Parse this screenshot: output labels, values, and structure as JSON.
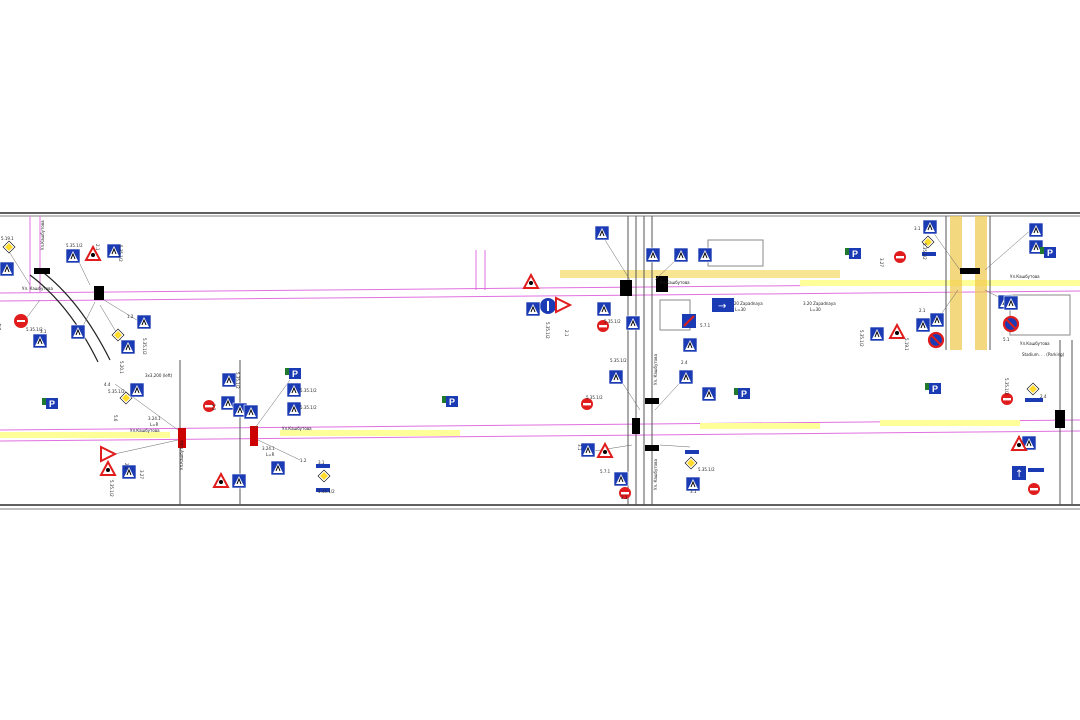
{
  "streets": [
    {
      "id": "s1",
      "text": "Ул. Кашбутова"
    },
    {
      "id": "s2",
      "text": "Ул.Кашбутова"
    },
    {
      "id": "s3",
      "text": "Ул.Кашбутова"
    },
    {
      "id": "s4",
      "text": "Ул.Кашбутова"
    },
    {
      "id": "s5",
      "text": "Ул.Кашбутова"
    },
    {
      "id": "s6",
      "text": "Ул.Кашбутова"
    },
    {
      "id": "s7",
      "text": "Ул.Кашбутова"
    },
    {
      "id": "s8",
      "text": "Ул. Кашбутова"
    },
    {
      "id": "s9",
      "text": "Ул. Кашбутова"
    },
    {
      "id": "s10",
      "text": "Ул.Кашбутова"
    }
  ],
  "notes": [
    {
      "id": "n1",
      "text": "3.20 Zapadnaya"
    },
    {
      "id": "n2",
      "text": "L=30"
    },
    {
      "id": "n3",
      "text": "3.20 Zapadnaya"
    },
    {
      "id": "n4",
      "text": "L=30"
    },
    {
      "id": "n5",
      "text": "Stadium. . . (Parking)"
    },
    {
      "id": "n6",
      "text": "3x3,200 (left)"
    },
    {
      "id": "n7",
      "text": "3.24.1"
    },
    {
      "id": "n8",
      "text": "L=R"
    },
    {
      "id": "n9",
      "text": "3.24.1"
    },
    {
      "id": "n10",
      "text": "L=R"
    }
  ],
  "sign_codes": [
    {
      "id": "c1",
      "text": "5.19.1"
    },
    {
      "id": "c2",
      "text": "5.35.1/2"
    },
    {
      "id": "c3",
      "text": "2.1"
    },
    {
      "id": "c4",
      "text": "5.35.1/2"
    },
    {
      "id": "c5",
      "text": "2.4"
    },
    {
      "id": "c6",
      "text": "5.35.1/2"
    },
    {
      "id": "c7",
      "text": "1.2"
    },
    {
      "id": "c8",
      "text": "5.35.1/2"
    },
    {
      "id": "c9",
      "text": "5.20.1"
    },
    {
      "id": "c10",
      "text": "3.1"
    },
    {
      "id": "c11",
      "text": "4.4"
    },
    {
      "id": "c12",
      "text": "5.35.1/2"
    },
    {
      "id": "c13",
      "text": "5.6"
    },
    {
      "id": "c14",
      "text": "5.35.1/2"
    },
    {
      "id": "c15",
      "text": "2.1"
    },
    {
      "id": "c16",
      "text": "3.27"
    },
    {
      "id": "c17",
      "text": "2.3"
    },
    {
      "id": "c18",
      "text": "5.35.1/2"
    },
    {
      "id": "c19",
      "text": "5.35.1/2"
    },
    {
      "id": "c20",
      "text": "5.35.1/2"
    },
    {
      "id": "c21",
      "text": "1.2"
    },
    {
      "id": "c22",
      "text": "3.1"
    },
    {
      "id": "c23",
      "text": "5.35.1/2"
    },
    {
      "id": "c24",
      "text": "5.35.1/2"
    },
    {
      "id": "c25",
      "text": "2.1"
    },
    {
      "id": "c26",
      "text": "5.35.1/2"
    },
    {
      "id": "c27",
      "text": "5.7.1"
    },
    {
      "id": "c28",
      "text": "5.35.1/2"
    },
    {
      "id": "c29",
      "text": "2.4"
    },
    {
      "id": "c30",
      "text": "5.35.1/2"
    },
    {
      "id": "c31",
      "text": "3.1"
    },
    {
      "id": "c32",
      "text": "5.7.1"
    },
    {
      "id": "c33",
      "text": "2.1"
    },
    {
      "id": "c34",
      "text": "5.35.1/2"
    },
    {
      "id": "c35",
      "text": "3.1"
    },
    {
      "id": "c36",
      "text": "5.35.1/2"
    },
    {
      "id": "c37",
      "text": "5.19.1"
    },
    {
      "id": "c38",
      "text": "3.1"
    },
    {
      "id": "c39",
      "text": "5.35.1/2"
    },
    {
      "id": "c40",
      "text": "2.1"
    },
    {
      "id": "c41",
      "text": "3.27"
    },
    {
      "id": "c42",
      "text": "5.1"
    },
    {
      "id": "c43",
      "text": "5.35.1/2"
    },
    {
      "id": "c44",
      "text": "2.4"
    }
  ],
  "sign_glyphs": {
    "parking": "P",
    "arrow": "→",
    "up": "↑"
  },
  "colors": {
    "frame": "#000000",
    "road_edge": "#e070e0",
    "road_mark": "#ffff99",
    "road_mark_side": "#f3d44a",
    "sign_blue": "#1b3bb5",
    "sign_red": "#e01c1c",
    "sign_yellow": "#ffdc2b",
    "sign_green": "#1f7a2e",
    "building": "#8a8a8a",
    "island": "#f0c84a"
  }
}
